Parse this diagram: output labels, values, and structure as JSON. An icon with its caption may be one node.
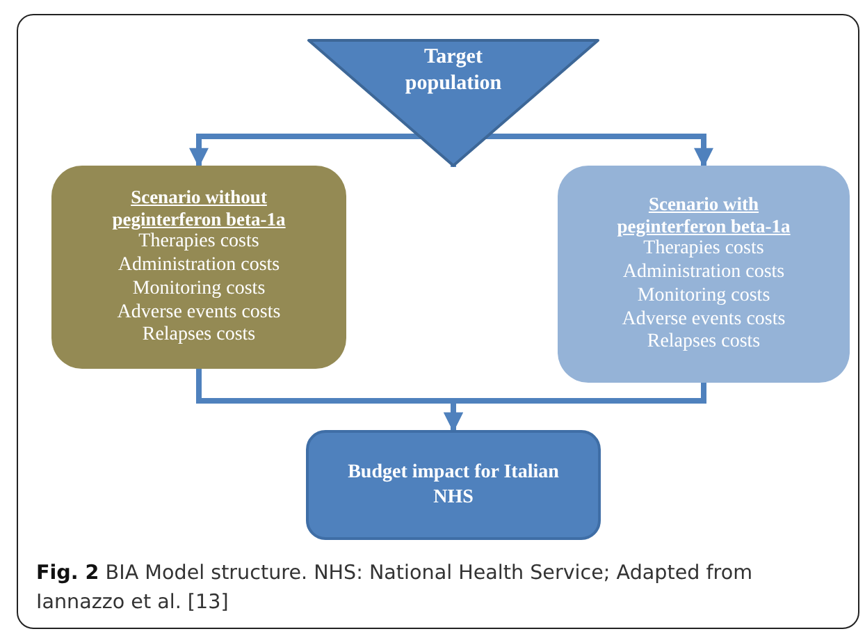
{
  "diagram": {
    "caption": "**Fig. 2** BIA Model structure. NHS: National Health Service; Adapted from Iannazzo et al. [13]",
    "nodes": [
      {
        "text": [
          "Target population"
        ]
      },
      {
        "text": [
          "Scenario without peginterferon beta-1a",
          "Therapies costs",
          "Administration costs",
          "Monitoring costs",
          "Adverse events costs",
          "Relapses costs"
        ]
      },
      {
        "text": [
          "Scenario with peginterferon beta-1a",
          "Therapies costs",
          "Administration costs",
          "Monitoring costs",
          "Adverse events costs",
          "Relapses costs"
        ]
      },
      {
        "text": [
          "Budget impact for Italian NHS"
        ]
      }
    ],
    "edges": [
      {
        "from": 0,
        "to": 1,
        "arrow": "to"
      },
      {
        "from": 0,
        "to": 2,
        "arrow": "to"
      },
      {
        "from": 1,
        "to": 3,
        "arrow": "to"
      },
      {
        "from": 2,
        "to": 3,
        "arrow": "to"
      }
    ]
  }
}
